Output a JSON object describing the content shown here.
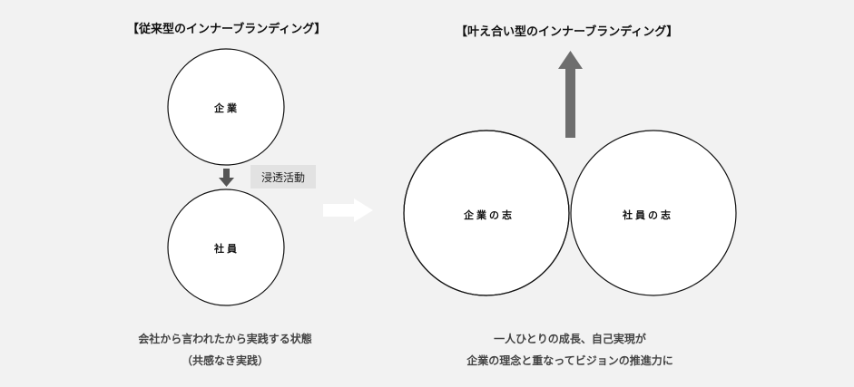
{
  "left": {
    "title": "【従来型のインナーブランディング】",
    "company_label": "企業",
    "employee_label": "社員",
    "process_tag": "浸透活動",
    "caption_line1": "会社から言われたから実践する状態",
    "caption_line2": "（共感なき実践）"
  },
  "right": {
    "title": "【叶え合い型のインナーブランディング】",
    "company_label": "企業の志",
    "employee_label": "社員の志",
    "caption_line1": "一人ひとりの成長、自己実現が",
    "caption_line2": "企業の理念と重なってビジョンの推進力に"
  },
  "colors": {
    "background": "#f2f2f2",
    "circle_fill": "#ffffff",
    "circle_stroke": "#111111",
    "overlap_fill": "#4a4a4a",
    "up_arrow": "#6e6e6e",
    "down_arrow": "#555555",
    "right_arrow": "#ffffff",
    "tag_background": "#e2e2e2"
  }
}
